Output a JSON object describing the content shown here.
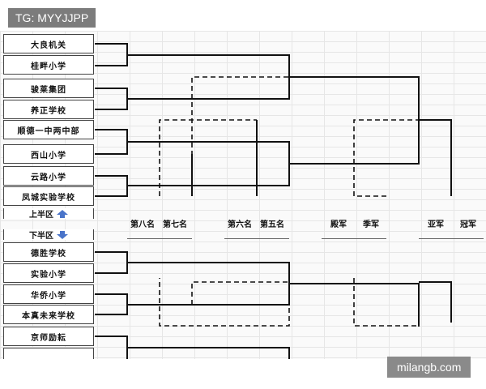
{
  "watermark_top": "TG: MYYJJPP",
  "watermark_bottom": "milangb.com",
  "teams_upper": [
    "大良机关",
    "桂畔小学",
    "骏莱集团",
    "养正学校",
    "顺德一中两中部",
    "西山小学",
    "云路小学",
    "凤城实验学校"
  ],
  "halves": {
    "upper": "上半区",
    "lower": "下半区",
    "upper_arrow": "arrow-up-icon",
    "lower_arrow": "arrow-down-icon",
    "arrow_color": "#4a74c9"
  },
  "teams_lower": [
    "德胜学校",
    "实验小学",
    "华侨小学",
    "本真未来学校",
    "京师励耘"
  ],
  "placements": [
    "第八名",
    "第七名",
    "第六名",
    "第五名",
    "殿军",
    "季军",
    "亚军",
    "冠军"
  ],
  "colors": {
    "line": "#111111",
    "grid": "#e6e6e6",
    "tag_bg": "#7c7c7c"
  }
}
